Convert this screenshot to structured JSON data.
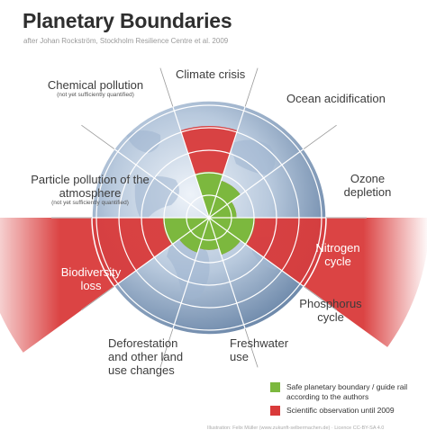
{
  "title": "Planetary Boundaries",
  "subtitle": "after Johan Rockström, Stockholm Resilience Centre et al. 2009",
  "colors": {
    "safe": "#7cb83e",
    "exceeded": "#d93a3a",
    "globe_light": "#e3ecf5",
    "globe_dark": "#7f99b8",
    "rings": "#ffffff",
    "spokes": "#999999"
  },
  "boundaries": [
    {
      "label": "Climate crisis",
      "note": "",
      "status": 2.0
    },
    {
      "label": "Ocean acidification",
      "note": "",
      "status": 0.85
    },
    {
      "label": "Ozone depletion",
      "note": "",
      "status": 0.6
    },
    {
      "label": "Nitrogen cycle",
      "note": "",
      "status": 4.8
    },
    {
      "label": "Phosphorus cycle",
      "note": "",
      "status": 0.85
    },
    {
      "label": "Freshwater use",
      "note": "",
      "status": 0.7
    },
    {
      "label": "Deforestation and other land use changes",
      "note": "",
      "status": 0.8
    },
    {
      "label": "Biodiversity loss",
      "note": "",
      "status": 5.0
    },
    {
      "label": "Particle pollution of the atmosphere",
      "note": "(not yet sufficiently quantified)",
      "status": null
    },
    {
      "label": "Chemical pollution",
      "note": "(not yet sufficiently quantified)",
      "status": null
    }
  ],
  "legend": [
    {
      "label": "Safe planetary boundary / guide rail according to the authors",
      "color": "#7cb83e"
    },
    {
      "label": "Scientific observation until 2009",
      "color": "#d93a3a"
    }
  ],
  "credit": {
    "label": "Illustration:",
    "text": "Felix Müller (www.zukunft-selbermachen.de) · Licence CC-BY-SA 4.0"
  }
}
